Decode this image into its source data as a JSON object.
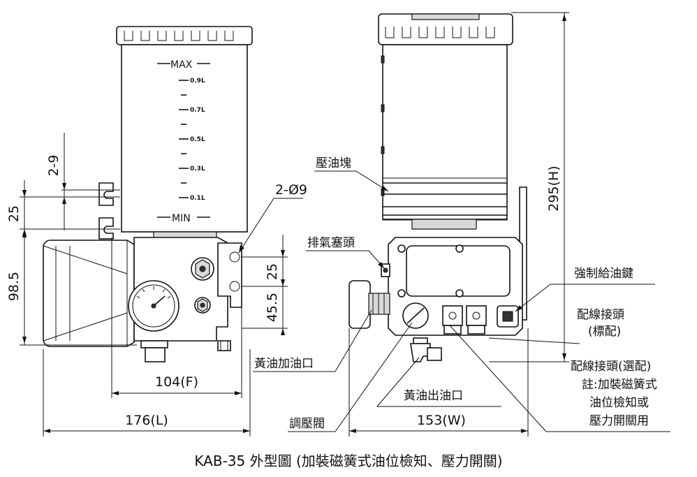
{
  "caption": "KAB-35 外型圖 (加裝磁簧式油位檢知、壓力開關)",
  "tank_scale": {
    "max": "MAX",
    "min": "MIN",
    "marks": [
      "0.9L",
      "0.7L",
      "0.5L",
      "0.3L",
      "0.1L"
    ]
  },
  "dimensions": {
    "d_2_9": "2-9",
    "d_25_left": "25",
    "d_98_5": "98.5",
    "d_hole": "2-Ø9",
    "d_25_right": "25",
    "d_45_5": "45.5",
    "d_104": "104(F)",
    "d_176": "176(L)",
    "d_153": "153(W)",
    "d_295": "295(H)"
  },
  "labels": {
    "pressure_block": "壓油塊",
    "air_bleed_plug": "排氣塞頭",
    "forced_feed_key": "強制給油鍵",
    "wiring_connector_std_1": "配線接頭",
    "wiring_connector_std_2": "(標配)",
    "grease_inlet": "黃油加油口",
    "pressure_valve": "調壓閥",
    "grease_outlet": "黃油出油口",
    "wiring_connector_opt": "配線接頭(選配)",
    "note_1": "註:加裝磁簧式",
    "note_2": "油位檢知或",
    "note_3": "壓力開關用"
  }
}
